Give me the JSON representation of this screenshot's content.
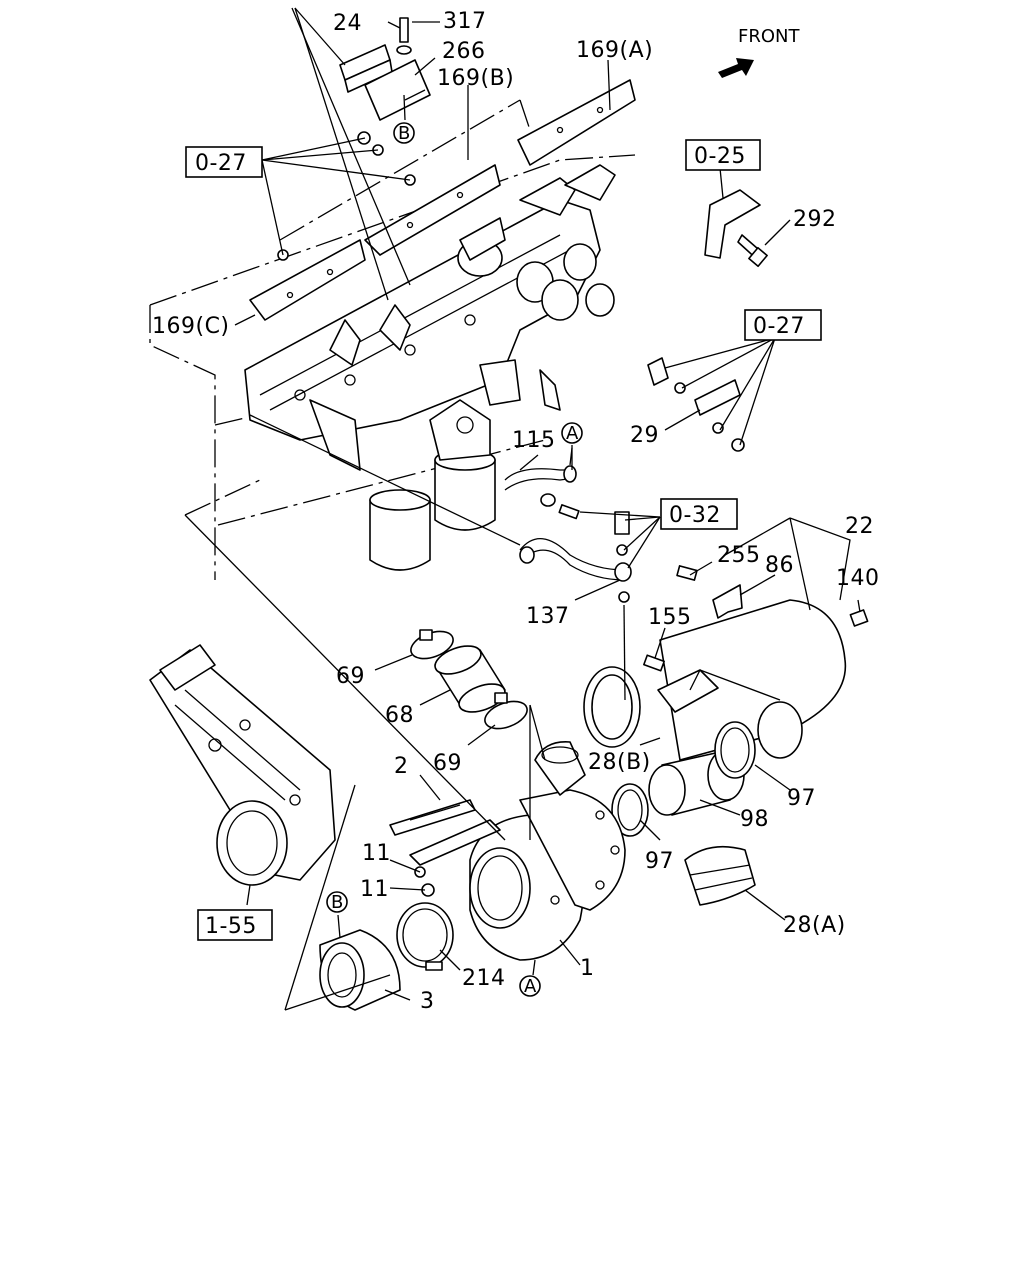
{
  "header": {
    "front_label": "FRONT",
    "front_arrow_icon": "front-arrow-icon"
  },
  "refs": {
    "ref_027_top": "0-27",
    "ref_025": "0-25",
    "ref_027_right": "0-27",
    "ref_032": "0-32",
    "ref_155": "1-55"
  },
  "circle_markers": {
    "b_top": "B",
    "a_top": "A",
    "b_bottom": "B",
    "a_bottom": "A"
  },
  "callouts": {
    "p24": "24",
    "p317": "317",
    "p266": "266",
    "p169a": "169(A)",
    "p169b": "169(B)",
    "p169c": "169(C)",
    "p292": "292",
    "p29": "29",
    "p115": "115",
    "p22": "22",
    "p255": "255",
    "p86": "86",
    "p140": "140",
    "p137": "137",
    "p155": "155",
    "p69a": "69",
    "p68": "68",
    "p69b": "69",
    "p28b": "28(B)",
    "p97a": "97",
    "p98": "98",
    "p97b": "97",
    "p2": "2",
    "p11a": "11",
    "p11b": "11",
    "p214": "214",
    "p1": "1",
    "p3": "3",
    "p28a": "28(A)"
  }
}
